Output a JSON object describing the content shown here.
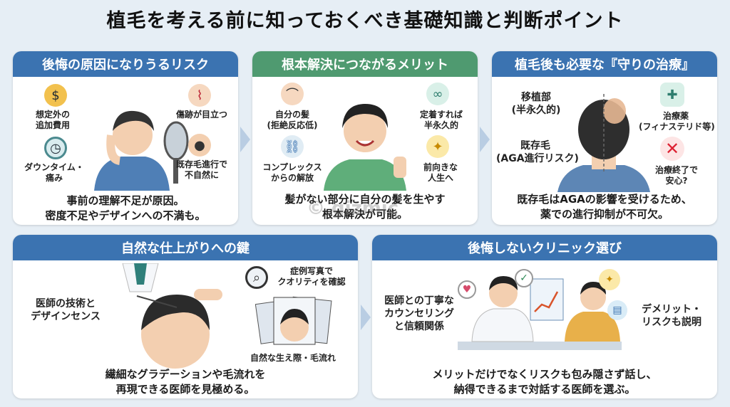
{
  "title": "植毛を考える前に知っておくべき基礎知識と判断ポイント",
  "watermark": "© gizmic",
  "card1": {
    "heading": "後悔の原因になりうるリスク",
    "labels": [
      "想定外の\n追加費用",
      "ダウンタイム・\n痛み",
      "傷跡が目立つ",
      "既存毛進行で\n不自然に"
    ],
    "caption": "事前の理解不足が原因。\n密度不足やデザインへの不満も。"
  },
  "card2": {
    "heading": "根本解決につながるメリット",
    "labels": [
      "自分の髪\n(拒絶反応低)",
      "コンプレックス\nからの解放",
      "定着すれば\n半永久的",
      "前向きな\n人生へ"
    ],
    "caption": "髪がない部分に自分の髪を生やす\n根本解決が可能。"
  },
  "card3": {
    "heading": "植毛後も必要な『守りの治療』",
    "labels": [
      "移植部\n(半永久的)",
      "既存毛\n(AGA進行リスク)",
      "治療薬\n(フィナステリド等)",
      "治療終了で\n安心?"
    ],
    "caption": "既存毛はAGAの影響を受けるため、\n薬での進行抑制が不可欠。"
  },
  "card4": {
    "heading": "自然な仕上がりへの鍵",
    "labels": [
      "医師の技術と\nデザインセンス",
      "症例写真で\nクオリティを確認",
      "自然な生え際・毛流れ"
    ],
    "caption": "繊細なグラデーションや毛流れを\n再現できる医師を見極める。"
  },
  "card5": {
    "heading": "後悔しないクリニック選び",
    "labels": [
      "医師との丁寧な\nカウンセリング\nと信頼関係",
      "デメリット・\nリスクも説明"
    ],
    "caption": "メリットだけでなくリスクも包み隠さず話し、\n納得できるまで対話する医師を選ぶ。"
  },
  "colors": {
    "blue_header": "#3b73b1",
    "green_header": "#4f9a70",
    "background": "#e6eef5"
  },
  "icons": [
    "money-bag-icon",
    "stopwatch-icon",
    "scar-icon",
    "hair-icon",
    "chain-icon",
    "infinity-icon",
    "lightbulb-icon",
    "shield-medicine-icon",
    "cross-icon",
    "magnifier-icon",
    "chart-icon",
    "heart-icon",
    "check-icon",
    "chat-icon"
  ]
}
